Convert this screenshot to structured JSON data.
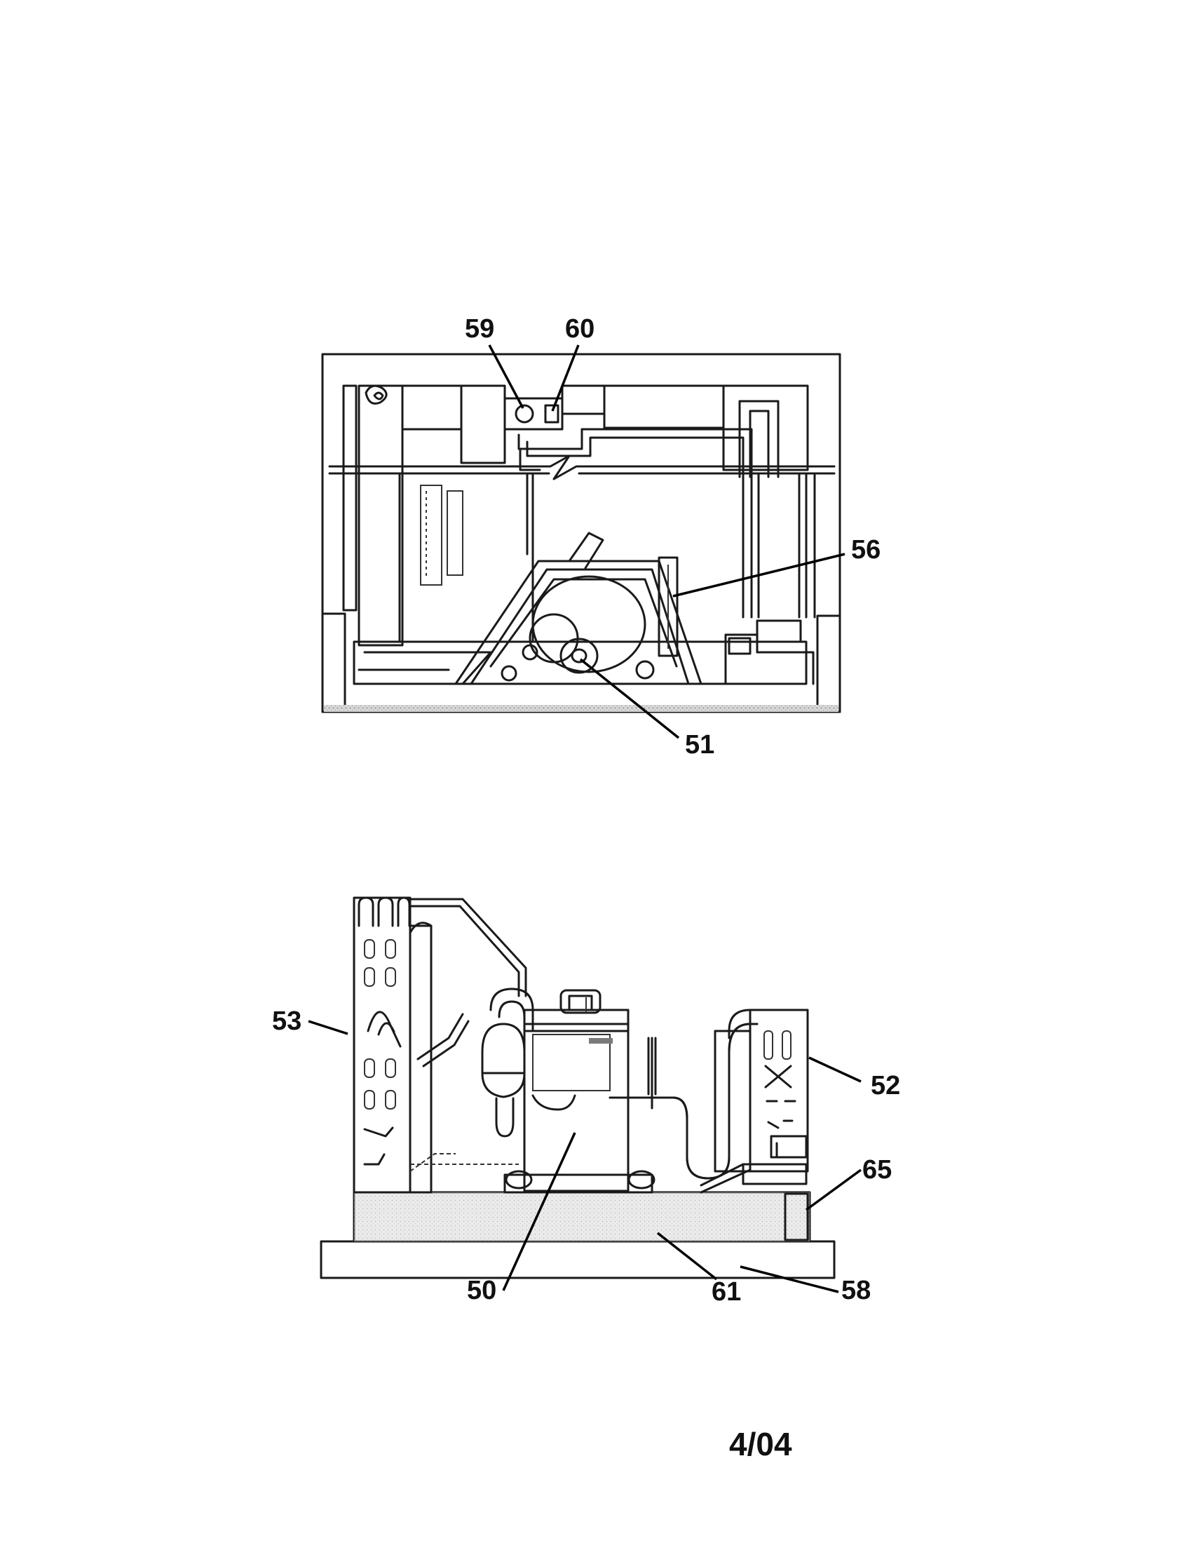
{
  "figure_number": "4/04",
  "top_view": {
    "callouts": [
      {
        "label": "59",
        "part": "part-59"
      },
      {
        "label": "60",
        "part": "part-60"
      },
      {
        "label": "56",
        "part": "part-56"
      },
      {
        "label": "51",
        "part": "part-51"
      }
    ]
  },
  "bottom_view": {
    "callouts": [
      {
        "label": "53",
        "part": "part-53"
      },
      {
        "label": "52",
        "part": "part-52"
      },
      {
        "label": "65",
        "part": "part-65"
      },
      {
        "label": "50",
        "part": "part-50"
      },
      {
        "label": "61",
        "part": "part-61"
      },
      {
        "label": "58",
        "part": "part-58"
      }
    ]
  }
}
